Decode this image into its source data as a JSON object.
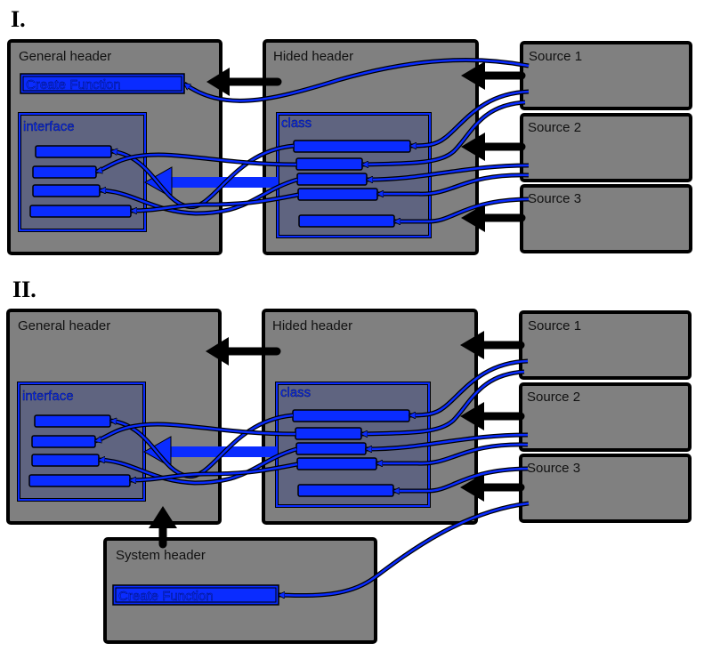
{
  "panels": [
    {
      "title": "I.",
      "general": "General header",
      "hided": "Hided header",
      "create_function": "Create Function",
      "interface": "interface",
      "class": "class",
      "sources": [
        "Source 1",
        "Source 2",
        "Source 3"
      ]
    },
    {
      "title": "II.",
      "general": "General header",
      "hided": "Hided header",
      "interface": "interface",
      "class": "class",
      "sources": [
        "Source 1",
        "Source 2",
        "Source 3"
      ],
      "system": "System header",
      "create_function": "Create Function"
    }
  ],
  "colors": {
    "box": "#808080",
    "inner": "#5f6480",
    "link": "#0a2cff",
    "arrow": "#000000"
  }
}
